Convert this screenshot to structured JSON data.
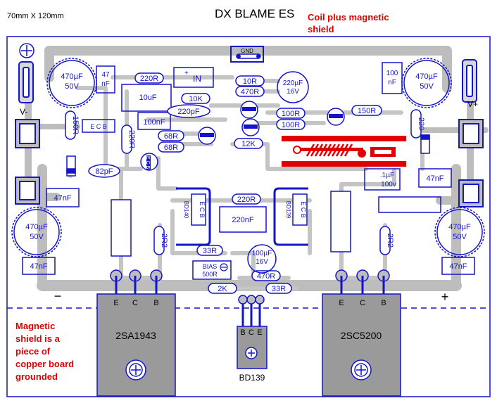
{
  "header": {
    "dimensions": "70mm X 120mm",
    "title": "DX BLAME ES",
    "note_coil": "Coil plus magnetic shield",
    "note_coil_line1": "Coil plus magnetic",
    "note_coil_line2": "shield"
  },
  "shield_note": {
    "line1": "Magnetic",
    "line2": "shield is a",
    "line3": "piece of",
    "line4": "copper board",
    "line5": "grounded"
  },
  "components": {
    "gnd": "GND",
    "in": "IN",
    "plus": "+",
    "cap_470_left_val": "470µF",
    "cap_470_left_v": "50V",
    "cap_470_right_val": "470µF",
    "cap_470_right_v": "50V",
    "cap_470_bl_val": "470µF",
    "cap_470_bl_v": "50V",
    "cap_470_br_val": "470µF",
    "cap_470_br_v": "50V",
    "cap_47nf_top_a": "47",
    "cap_47nf_top_b": "nF",
    "cap_100nf_top_a": "100",
    "cap_100nf_top_b": "nF",
    "r_220r_top": "220R",
    "cap_10uf": "10uF",
    "r_10k": "10K",
    "r_10r": "10R",
    "r_470r_top": "470R",
    "cap_220uf_val": "220µF",
    "cap_220uf_v": "16V",
    "cap_220pf": "220pF",
    "cap_100nf_mid": "100nF",
    "r_100r_a": "100R",
    "r_100r_b": "100R",
    "r_150r_right": "150R",
    "r_150r_left": "150R",
    "ecb_left": "E C B",
    "r_68r_a": "68R",
    "r_68r_b": "68R",
    "r_220r_vert": "220R",
    "r_12k": "12K",
    "r_220_vert_right": "220",
    "cap_82pf": "82pF",
    "ecb_small": "E C B",
    "cap_01uf_val": ".1µF",
    "cap_01uf_v": "100v",
    "cap_47nf_right_mid": "47nF",
    "cap_47nf_left_mid": "47nF",
    "cap_47nf_bl": "47nF",
    "cap_47nf_br": "47nF",
    "r_220r_mid": "220R",
    "cap_220nf": "220nF",
    "bd140": "BD140",
    "bd139_mid": "BD139",
    "ecb_bd140": "E C B",
    "ecb_bd139": "E C B",
    "r_2r2_left": "2R2",
    "r_2r2_right": "2R2",
    "r_33r_top": "33R",
    "cap_100uf_val": "100µF",
    "cap_100uf_v": "16V",
    "bias_a": "BIAS",
    "bias_b": "500R",
    "r_470r_bot": "470R",
    "r_2k": "2K",
    "r_33r_bot": "33R",
    "v_minus": "V-",
    "v_plus": "V+",
    "minus": "−",
    "plus_sign": "+"
  },
  "transistors": {
    "left": {
      "name": "2SA1943",
      "e": "E",
      "c": "C",
      "b": "B"
    },
    "right": {
      "name": "2SC5200",
      "e": "E",
      "c": "C",
      "b": "B"
    },
    "driver": {
      "name": "BD139",
      "b": "B",
      "c": "C",
      "e": "E"
    }
  },
  "colors": {
    "trace": "#bdbdbd",
    "ink": "#1414c8",
    "note_red": "#e00000",
    "case_gray": "#9a9a9a"
  }
}
